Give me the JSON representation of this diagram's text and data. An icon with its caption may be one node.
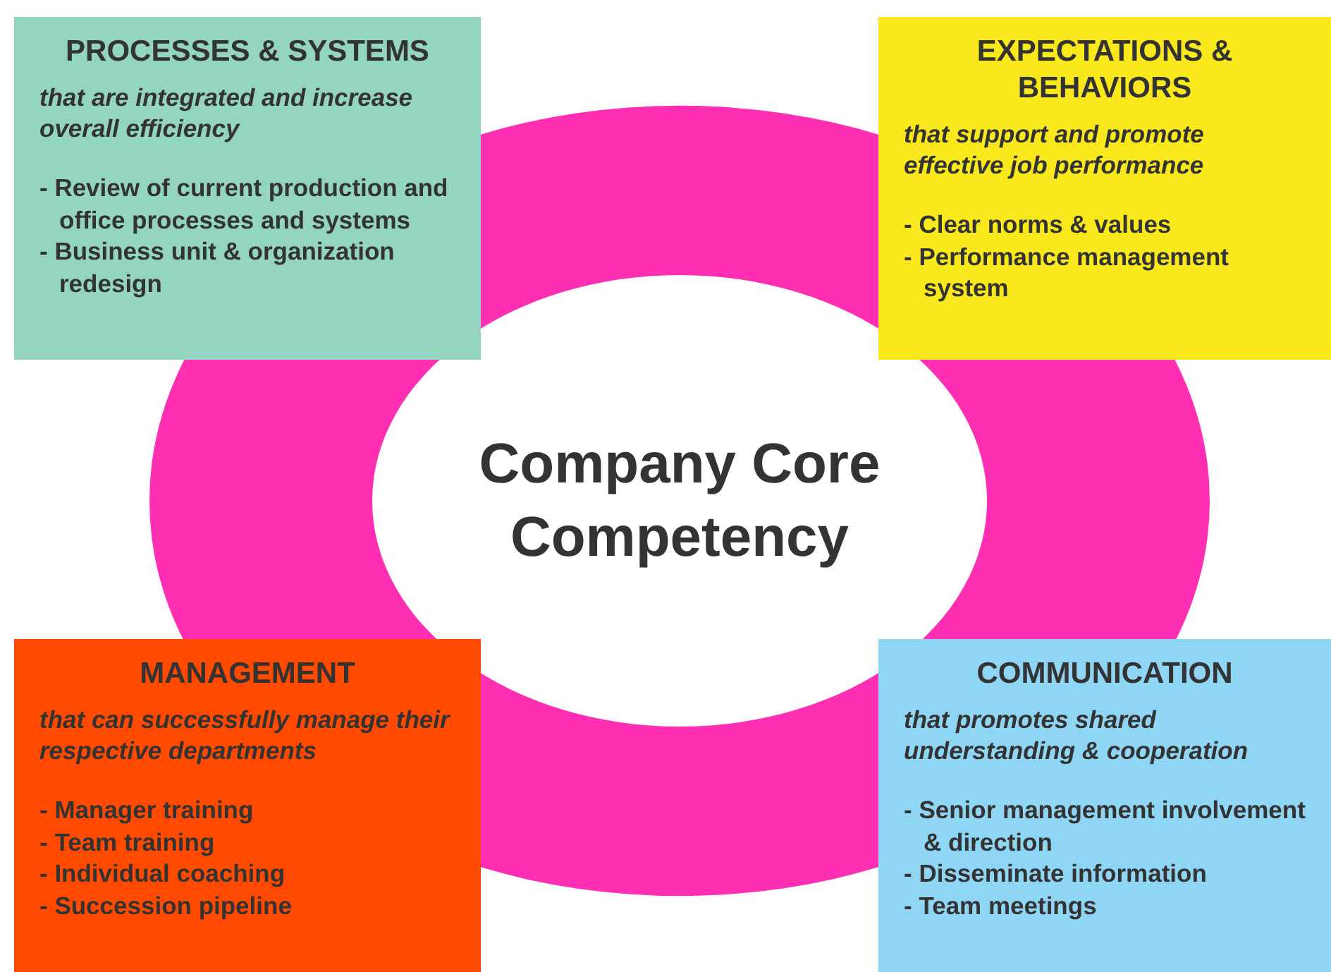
{
  "diagram": {
    "nodes": [
      {
        "text": [
          "PROCESSES & SYSTEMS",
          "that are integrated and increase overall efficiency",
          "- Review of current production and office processes and systems",
          "- Business unit & organization redesign"
        ]
      },
      {
        "text": [
          "EXPECTATIONS & BEHAVIORS",
          "that support and promote effective job performance",
          "- Clear norms & values",
          "- Performance management system"
        ]
      },
      {
        "text": [
          "Company Core Competency"
        ]
      },
      {
        "text": [
          "MANAGEMENT",
          "that can successfully manage their respective departments",
          "- Manager training",
          "- Team training",
          "- Individual coaching",
          "- Succession pipeline"
        ]
      },
      {
        "text": [
          "COMMUNICATION",
          "that promotes shared understanding & cooperation",
          "- Senior management involvement & direction",
          "- Disseminate information",
          "- Team meetings"
        ]
      }
    ],
    "edges": []
  }
}
